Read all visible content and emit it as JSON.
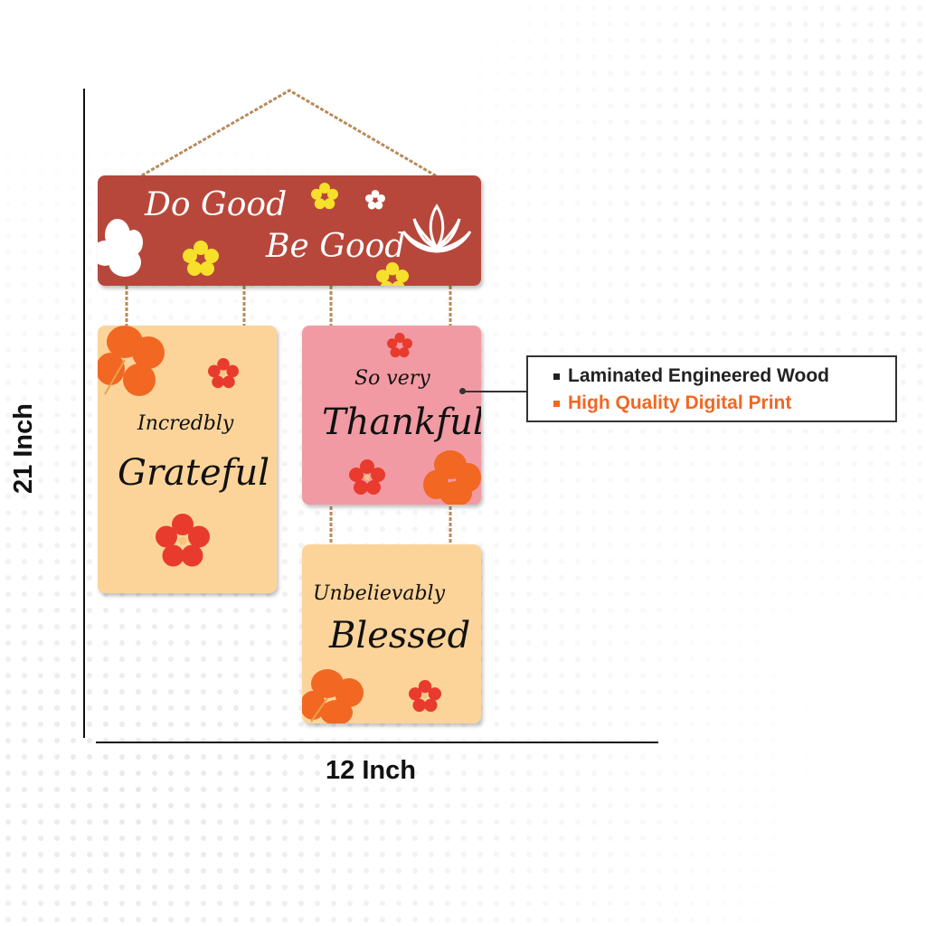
{
  "dimensions": {
    "width_label": "12 Inch",
    "height_label": "21 Inch"
  },
  "plaques": {
    "top": {
      "line1": "Do Good",
      "line2": "Be Good",
      "color": "#b8473b"
    },
    "left": {
      "line1": "Incredbly",
      "line2": "Grateful",
      "color": "#fcd49a"
    },
    "pink": {
      "line1": "So very",
      "line2": "Thankful",
      "color": "#f19aa3"
    },
    "bottom": {
      "line1": "Unbelievably",
      "line2": "Blessed",
      "color": "#fcd49a"
    }
  },
  "callout": {
    "feature1": "Laminated Engineered Wood",
    "feature2": "High Quality Digital Print",
    "feature1_color": "#222222",
    "feature2_color": "#f26722"
  },
  "icons": {
    "lotus": "lotus-icon",
    "hibiscus": "hibiscus-flower-icon",
    "flower": "small-flower-icon"
  }
}
